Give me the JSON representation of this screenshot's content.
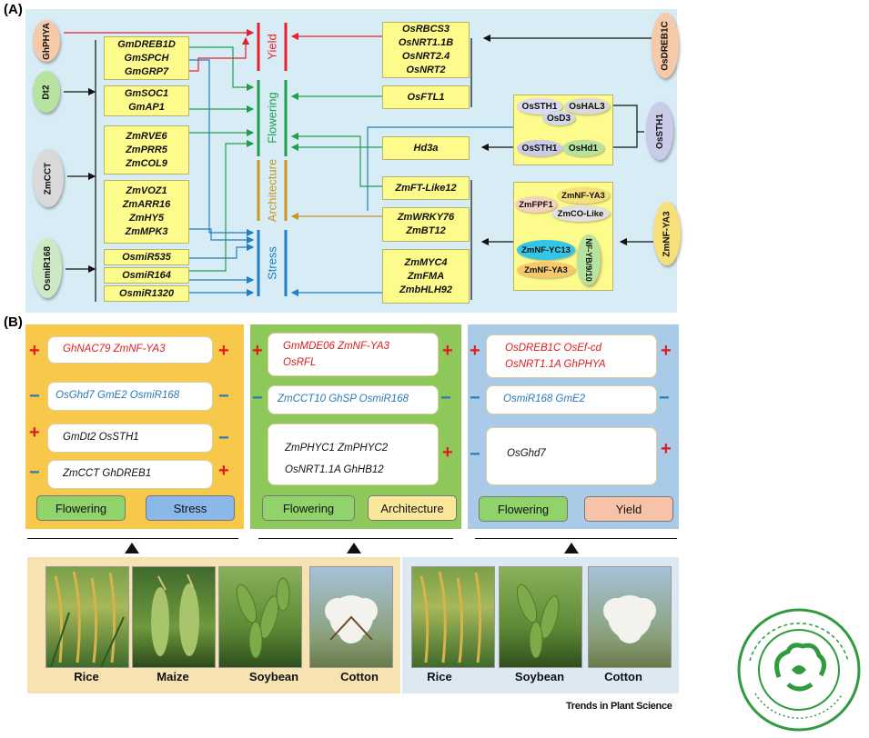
{
  "panel_labels": {
    "a": "(A)",
    "b": "(B)"
  },
  "panel_a": {
    "left_ovals": [
      {
        "key": "ghphya",
        "label": "GhPHYA",
        "color": "#f6c9a8"
      },
      {
        "key": "dt2",
        "label": "Dt2",
        "color": "#b7e3a0"
      },
      {
        "key": "zmcct",
        "label": "ZmCCT",
        "color": "#d9d9d9"
      },
      {
        "key": "osmir168",
        "label": "OsmiR168",
        "color": "#cfe8c4"
      }
    ],
    "right_ovals": [
      {
        "key": "osdreb1c",
        "label": "OsDREB1C",
        "color": "#f6c9a8"
      },
      {
        "key": "ossth1",
        "label": "OsSTH1",
        "color": "#c9cbe8"
      },
      {
        "key": "zmnfya3",
        "label": "ZmNF-YA3",
        "color": "#f7e07a"
      }
    ],
    "left_boxes": [
      [
        "GmDREB1D",
        "GmSPCH",
        "GmGRP7"
      ],
      [
        "GmSOC1",
        "GmAP1"
      ],
      [
        "ZmRVE6",
        "ZmPRR5",
        "ZmCOL9"
      ],
      [
        "ZmVOZ1",
        "ZmARR16",
        "ZmHY5",
        "ZmMPK3"
      ],
      [
        "OsmiR535"
      ],
      [
        "OsmiR164"
      ],
      [
        "OsmiR1320"
      ]
    ],
    "right_boxes": [
      [
        "OsRBCS3",
        "OsNRT1.1B",
        "OsNRT2.4",
        "OsNRT2"
      ],
      [
        "OsFTL1"
      ],
      [
        "Hd3a"
      ],
      [
        "ZmFT-Like12"
      ],
      [
        "ZmWRKY76",
        "ZmBT12"
      ],
      [
        "ZmMYC4",
        "ZmFMA",
        "ZmbHLH92"
      ]
    ],
    "complexes": {
      "sth1_top": [
        "OsSTH1",
        "OsHAL3",
        "OsD3"
      ],
      "sth1_bottom": [
        "OsSTH1",
        "OsHd1"
      ],
      "nfya_top": [
        "ZmFPF1",
        "ZmNF-YA3",
        "ZmCO-Like"
      ],
      "nfya_bottom": [
        "ZmNF-YC13",
        "NF-YB/9/10",
        "ZmNF-YA3"
      ]
    },
    "categories": [
      {
        "label": "Yield",
        "color": "#e8202a"
      },
      {
        "label": "Flowering",
        "color": "#1ea04a"
      },
      {
        "label": "Architecture",
        "color": "#c9961e"
      },
      {
        "label": "Stress",
        "color": "#1f7fc4"
      }
    ]
  },
  "panel_b": [
    {
      "bg": "#f7c84a",
      "cards": [
        {
          "lines": [
            "GhNAC79   ZmNF-YA3"
          ],
          "color": "#e01b1b",
          "left": "+",
          "right": "+"
        },
        {
          "lines": [
            "OsGhd7   GmE2   OsmiR168"
          ],
          "color": "#2a78b8",
          "left": "−",
          "right": "−"
        },
        {
          "lines": [
            "GmDt2   OsSTH1"
          ],
          "color": "#111111",
          "left": "+",
          "right": "−"
        },
        {
          "lines": [
            "ZmCCT   GhDREB1"
          ],
          "color": "#111111",
          "left": "−",
          "right": "+"
        }
      ],
      "tags": [
        {
          "label": "Flowering",
          "color": "#8fd36a"
        },
        {
          "label": "Stress",
          "color": "#8ab8e8"
        }
      ]
    },
    {
      "bg": "#8fc85a",
      "cards": [
        {
          "lines": [
            "GmMDE06   ZmNF-YA3",
            "OsRFL"
          ],
          "color": "#e01b1b",
          "left": "+",
          "right": "+"
        },
        {
          "lines": [
            "ZmCCT10   GhSP  OsmiR168"
          ],
          "color": "#2a78b8",
          "left": "−",
          "right": "−"
        },
        {
          "lines": [
            "ZmPHYC1    ZmPHYC2",
            "OsNRT1.1A    GhHB12"
          ],
          "color": "#111111",
          "left": "",
          "right": "+"
        }
      ],
      "tags": [
        {
          "label": "Flowering",
          "color": "#8fd36a"
        },
        {
          "label": "Architecture",
          "color": "#fbe79a"
        }
      ]
    },
    {
      "bg": "#a9cbe8",
      "cards": [
        {
          "lines": [
            "OsDREB1C   OsEf-cd",
            "OsNRT1.1A   GhPHYA"
          ],
          "color": "#e01b1b",
          "left": "+",
          "right": "+"
        },
        {
          "lines": [
            "OsmiR168   GmE2"
          ],
          "color": "#2a78b8",
          "left": "−",
          "right": "−"
        },
        {
          "lines": [
            "OsGhd7"
          ],
          "color": "#111111",
          "left": "−",
          "right": "+"
        }
      ],
      "tags": [
        {
          "label": "Flowering",
          "color": "#8fd36a"
        },
        {
          "label": "Yield",
          "color": "#f7c3a8"
        }
      ]
    }
  ],
  "crops_left": [
    "Rice",
    "Maize",
    "Soybean",
    "Cotton"
  ],
  "crops_right": [
    "Rice",
    "Soybean",
    "Cotton"
  ],
  "footer": "Trends in Plant Science",
  "colors": {
    "panel_a_bg": "#d8ecf6",
    "yellow_box": "#fdfb8c"
  }
}
